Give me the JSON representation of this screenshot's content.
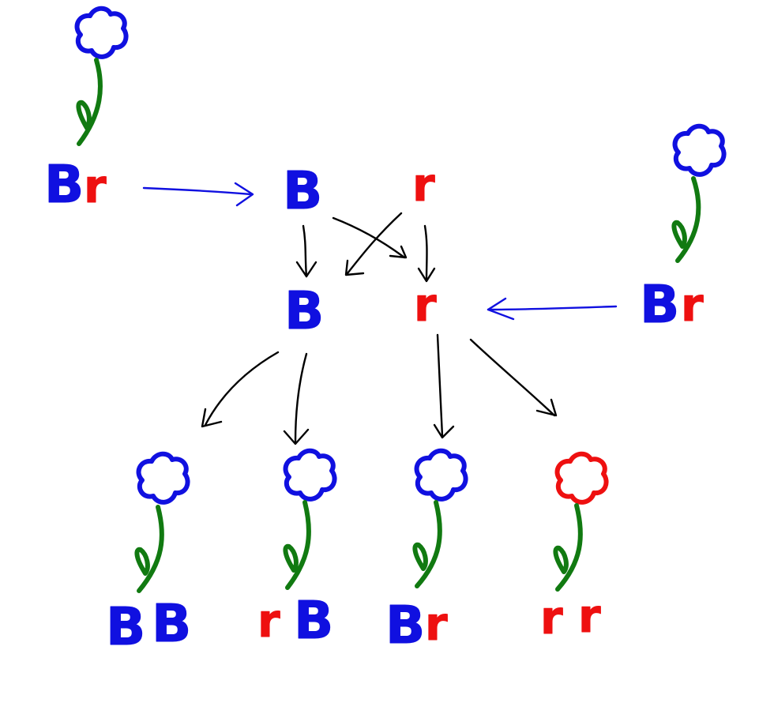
{
  "colors": {
    "blue": "#1010e0",
    "red": "#ee1010",
    "green": "#117a11",
    "black": "#000000",
    "background": "#ffffff"
  },
  "parents": {
    "left": {
      "flower_color": "blue",
      "allele_1": "B",
      "allele_2": "r"
    },
    "right": {
      "flower_color": "blue",
      "allele_1": "B",
      "allele_2": "r"
    }
  },
  "gametes_top": {
    "allele_1": "B",
    "allele_2": "r"
  },
  "gametes_middle": {
    "allele_1": "B",
    "allele_2": "r"
  },
  "offspring": [
    {
      "flower_color": "blue",
      "allele_1": "B",
      "allele_2": "B"
    },
    {
      "flower_color": "blue",
      "allele_1": "r",
      "allele_2": "B"
    },
    {
      "flower_color": "blue",
      "allele_1": "B",
      "allele_2": "r"
    },
    {
      "flower_color": "red",
      "allele_1": "r",
      "allele_2": "r"
    }
  ]
}
